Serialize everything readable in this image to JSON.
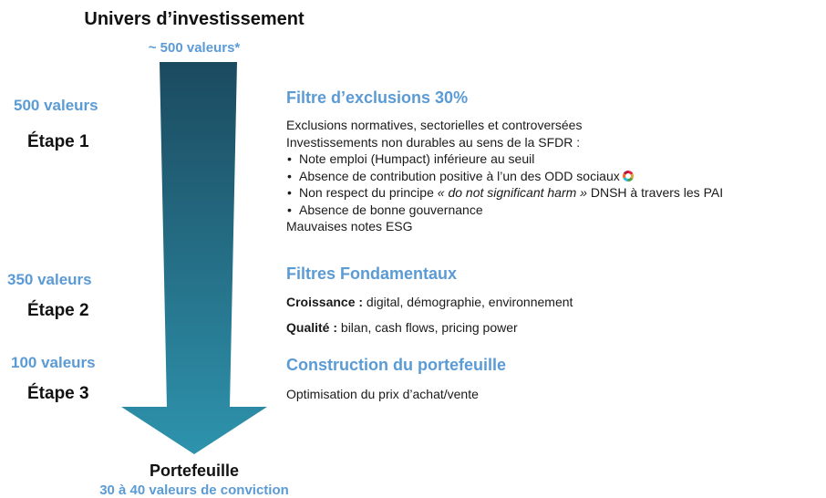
{
  "universe": {
    "title": "Univers d’investissement",
    "subtitle": "~ 500 valeurs*"
  },
  "steps": [
    {
      "count": "500 valeurs",
      "label": "Étape 1",
      "heading": "Filtre d’exclusions 30%",
      "lines": [
        "Exclusions normatives, sectorielles et controversées",
        "Investissements non durables au sens de la SFDR :"
      ],
      "bullets": [
        "Note emploi (Humpact) inférieure au seuil",
        "Absence de contribution positive à l’un des ODD sociaux",
        "Non respect du principe",
        "« do not significant harm »",
        " DNSH à travers les PAI",
        "Absence de bonne gouvernance"
      ],
      "footer_line": "Mauvaises notes ESG"
    },
    {
      "count": "350 valeurs",
      "label": "Étape 2",
      "heading": "Filtres Fondamentaux",
      "items": [
        {
          "key": "Croissance :",
          "text": " digital, démographie, environnement"
        },
        {
          "key": "Qualité :",
          "text": " bilan, cash flows, pricing power"
        }
      ]
    },
    {
      "count": "100 valeurs",
      "label": "Étape 3",
      "heading": "Construction du portefeuille",
      "lines": [
        "Optimisation du prix d’achat/vente"
      ]
    }
  ],
  "portfolio": {
    "title": "Portefeuille",
    "subtitle": "30 à 40 valeurs de conviction"
  },
  "colors": {
    "accent": "#5b9bd5",
    "arrow_top": "#1b4a5f",
    "arrow_bottom": "#2e93ad"
  },
  "icons": {
    "sdg": "sdg-wheel-icon"
  }
}
